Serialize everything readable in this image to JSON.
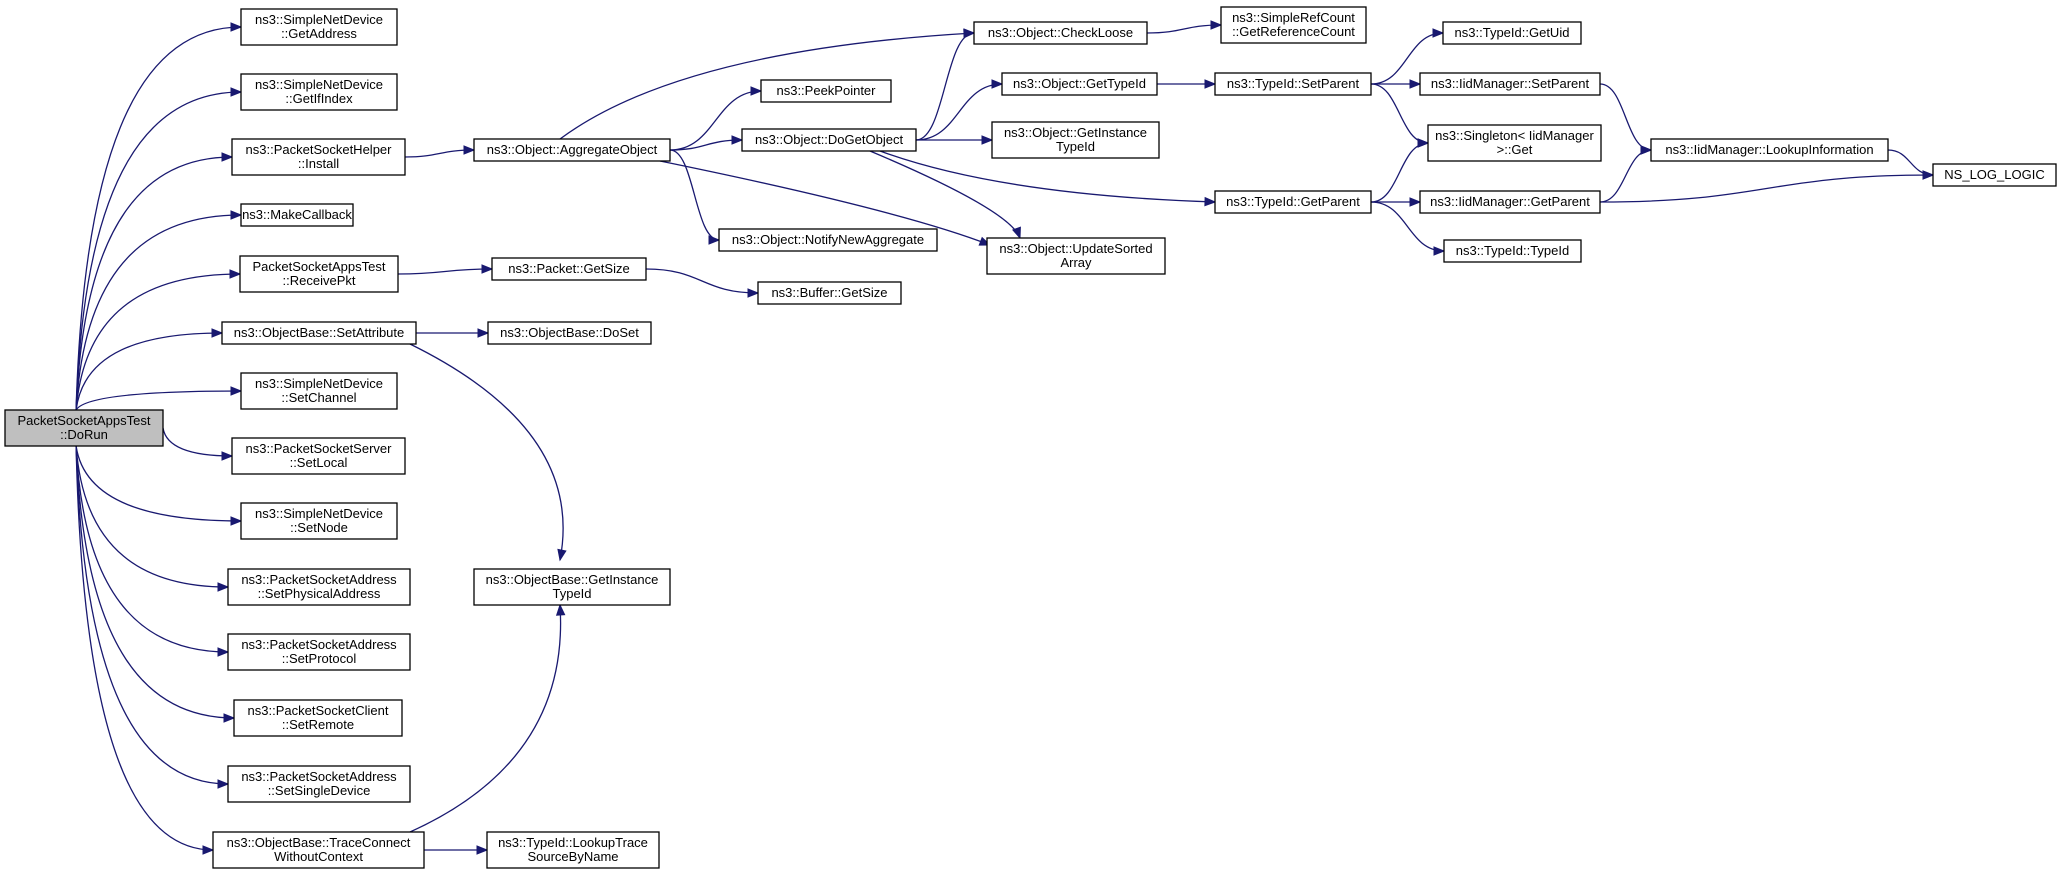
{
  "nodes": [
    {
      "id": "root",
      "lines": [
        "PacketSocketAppsTest",
        "::DoRun"
      ]
    },
    {
      "id": "n1",
      "lines": [
        "ns3::SimpleNetDevice",
        "::GetAddress"
      ]
    },
    {
      "id": "n2",
      "lines": [
        "ns3::SimpleNetDevice",
        "::GetIfIndex"
      ]
    },
    {
      "id": "n3",
      "lines": [
        "ns3::PacketSocketHelper",
        "::Install"
      ]
    },
    {
      "id": "n4",
      "lines": [
        "ns3::MakeCallback"
      ]
    },
    {
      "id": "n5",
      "lines": [
        "PacketSocketAppsTest",
        "::ReceivePkt"
      ]
    },
    {
      "id": "n6",
      "lines": [
        "ns3::ObjectBase::SetAttribute"
      ]
    },
    {
      "id": "n7",
      "lines": [
        "ns3::SimpleNetDevice",
        "::SetChannel"
      ]
    },
    {
      "id": "n8",
      "lines": [
        "ns3::PacketSocketServer",
        "::SetLocal"
      ]
    },
    {
      "id": "n9",
      "lines": [
        "ns3::SimpleNetDevice",
        "::SetNode"
      ]
    },
    {
      "id": "n10",
      "lines": [
        "ns3::PacketSocketAddress",
        "::SetPhysicalAddress"
      ]
    },
    {
      "id": "n11",
      "lines": [
        "ns3::PacketSocketAddress",
        "::SetProtocol"
      ]
    },
    {
      "id": "n12",
      "lines": [
        "ns3::PacketSocketClient",
        "::SetRemote"
      ]
    },
    {
      "id": "n13",
      "lines": [
        "ns3::PacketSocketAddress",
        "::SetSingleDevice"
      ]
    },
    {
      "id": "n14",
      "lines": [
        "ns3::ObjectBase::TraceConnect",
        "WithoutContext"
      ]
    },
    {
      "id": "n15",
      "lines": [
        "ns3::Object::AggregateObject"
      ]
    },
    {
      "id": "n16",
      "lines": [
        "ns3::Packet::GetSize"
      ]
    },
    {
      "id": "n17",
      "lines": [
        "ns3::ObjectBase::DoSet"
      ]
    },
    {
      "id": "n18",
      "lines": [
        "ns3::ObjectBase::GetInstance",
        "TypeId"
      ]
    },
    {
      "id": "n19",
      "lines": [
        "ns3::TypeId::LookupTrace",
        "SourceByName"
      ]
    },
    {
      "id": "n20",
      "lines": [
        "ns3::PeekPointer"
      ]
    },
    {
      "id": "n21",
      "lines": [
        "ns3::Object::DoGetObject"
      ]
    },
    {
      "id": "n22",
      "lines": [
        "ns3::Object::NotifyNewAggregate"
      ]
    },
    {
      "id": "n23",
      "lines": [
        "ns3::Buffer::GetSize"
      ]
    },
    {
      "id": "n24",
      "lines": [
        "ns3::Object::CheckLoose"
      ]
    },
    {
      "id": "n25",
      "lines": [
        "ns3::Object::GetTypeId"
      ]
    },
    {
      "id": "n26",
      "lines": [
        "ns3::Object::GetInstance",
        "TypeId"
      ]
    },
    {
      "id": "n27",
      "lines": [
        "ns3::Object::UpdateSorted",
        "Array"
      ]
    },
    {
      "id": "n28",
      "lines": [
        "ns3::SimpleRefCount",
        "::GetReferenceCount"
      ]
    },
    {
      "id": "n29",
      "lines": [
        "ns3::TypeId::SetParent"
      ]
    },
    {
      "id": "n30",
      "lines": [
        "ns3::TypeId::GetParent"
      ]
    },
    {
      "id": "n31",
      "lines": [
        "ns3::TypeId::GetUid"
      ]
    },
    {
      "id": "n32",
      "lines": [
        "ns3::IidManager::SetParent"
      ]
    },
    {
      "id": "n33",
      "lines": [
        "ns3::Singleton< IidManager",
        " >::Get"
      ]
    },
    {
      "id": "n34",
      "lines": [
        "ns3::IidManager::GetParent"
      ]
    },
    {
      "id": "n35",
      "lines": [
        "ns3::TypeId::TypeId"
      ]
    },
    {
      "id": "n36",
      "lines": [
        "ns3::IidManager::LookupInformation"
      ]
    },
    {
      "id": "n37",
      "lines": [
        "NS_LOG_LOGIC"
      ]
    }
  ],
  "edges": [
    [
      "root",
      "n1"
    ],
    [
      "root",
      "n2"
    ],
    [
      "root",
      "n3"
    ],
    [
      "root",
      "n4"
    ],
    [
      "root",
      "n5"
    ],
    [
      "root",
      "n6"
    ],
    [
      "root",
      "n7"
    ],
    [
      "root",
      "n8"
    ],
    [
      "root",
      "n9"
    ],
    [
      "root",
      "n10"
    ],
    [
      "root",
      "n11"
    ],
    [
      "root",
      "n12"
    ],
    [
      "root",
      "n13"
    ],
    [
      "root",
      "n14"
    ],
    [
      "n3",
      "n15"
    ],
    [
      "n5",
      "n16"
    ],
    [
      "n6",
      "n17"
    ],
    [
      "n6",
      "n18"
    ],
    [
      "n14",
      "n18"
    ],
    [
      "n14",
      "n19"
    ],
    [
      "n15",
      "n20"
    ],
    [
      "n15",
      "n21"
    ],
    [
      "n15",
      "n22"
    ],
    [
      "n15",
      "n24"
    ],
    [
      "n15",
      "n27"
    ],
    [
      "n16",
      "n23"
    ],
    [
      "n21",
      "n24"
    ],
    [
      "n21",
      "n25"
    ],
    [
      "n21",
      "n26"
    ],
    [
      "n21",
      "n27"
    ],
    [
      "n21",
      "n30"
    ],
    [
      "n24",
      "n28"
    ],
    [
      "n25",
      "n29"
    ],
    [
      "n29",
      "n31"
    ],
    [
      "n29",
      "n32"
    ],
    [
      "n29",
      "n33"
    ],
    [
      "n30",
      "n33"
    ],
    [
      "n30",
      "n34"
    ],
    [
      "n30",
      "n35"
    ],
    [
      "n32",
      "n36"
    ],
    [
      "n34",
      "n36"
    ],
    [
      "n34",
      "n37"
    ],
    [
      "n36",
      "n37"
    ]
  ]
}
